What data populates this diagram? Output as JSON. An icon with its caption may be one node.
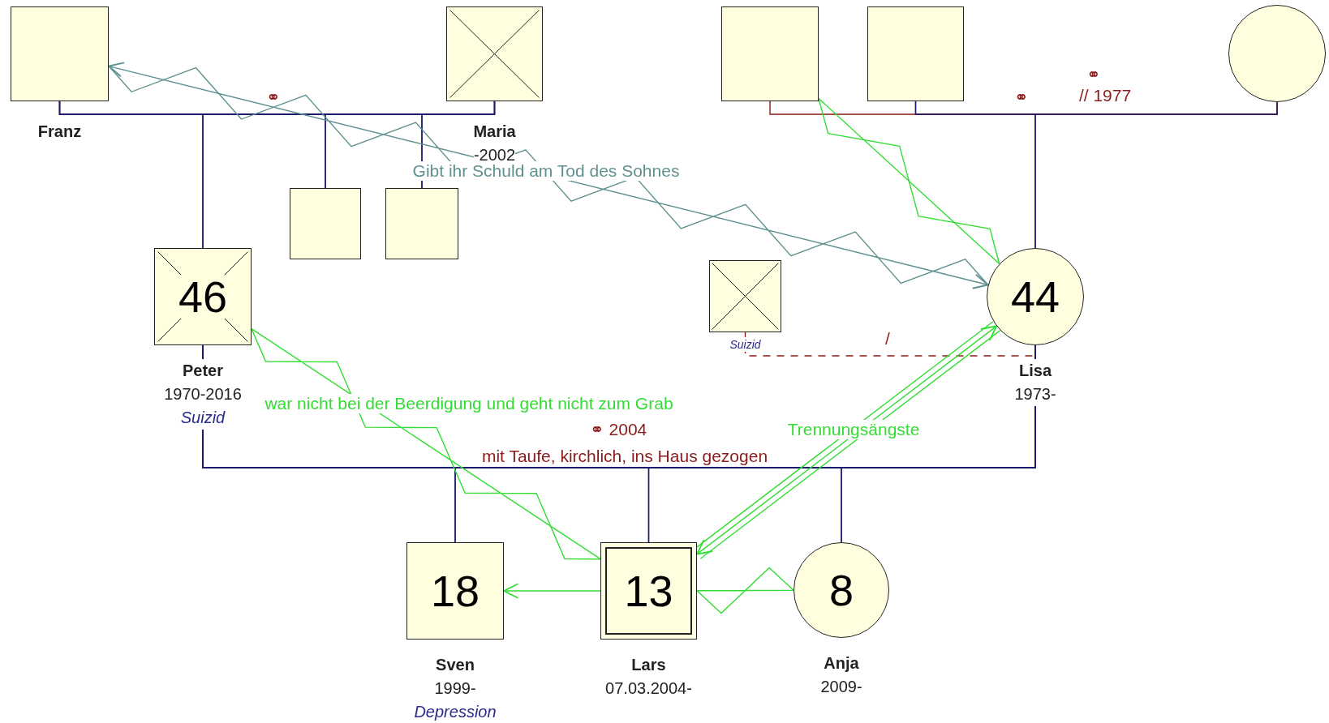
{
  "diagram": {
    "nodes": [
      {
        "text": [],
        "shape": "box",
        "beside": [
          "Franz"
        ]
      },
      {
        "text": [],
        "shape": "box",
        "beside": [
          "Maria",
          "-2002"
        ]
      },
      {
        "text": [],
        "shape": "box"
      },
      {
        "text": [],
        "shape": "box"
      },
      {
        "text": [],
        "shape": "circle"
      },
      {
        "text": [],
        "shape": "box"
      },
      {
        "text": [],
        "shape": "box"
      },
      {
        "text": [
          "46"
        ],
        "beside": [
          "Peter",
          "1970-2016",
          "Suizid"
        ]
      },
      {
        "text": [],
        "shape": "box",
        "beside": [
          "Suizid"
        ]
      },
      {
        "text": [
          "44"
        ],
        "beside": [
          "Lisa",
          "1973-"
        ]
      },
      {
        "text": [
          "18"
        ],
        "beside": [
          "Sven",
          "1999-",
          "Depression"
        ]
      },
      {
        "text": [
          "13"
        ],
        "beside": [
          "Lars",
          "07.03.2004-"
        ]
      },
      {
        "text": [
          "8"
        ],
        "beside": [
          "Anja",
          "2009-"
        ]
      }
    ],
    "edges": [
      {
        "from": 0,
        "to": 1,
        "arrow": "none",
        "color": "#8b1a1a"
      },
      {
        "from": 2,
        "to": 4,
        "arrow": "none",
        "color": "#8b1a1a"
      },
      {
        "from": 3,
        "to": 4,
        "arrow": "none",
        "color": "#8b1a1a"
      },
      {
        "from": 7,
        "to": 9,
        "arrow": "none",
        "color": "#8b1a1a"
      },
      {
        "from": 8,
        "to": 9,
        "arrow": "none",
        "style": "dashed",
        "color": "#8b1a1a"
      },
      {
        "from": 0,
        "to": 7,
        "arrow": "none"
      },
      {
        "from": 1,
        "to": 7,
        "arrow": "none"
      },
      {
        "from": 0,
        "to": 5,
        "arrow": "none"
      },
      {
        "from": 1,
        "to": 5,
        "arrow": "none"
      },
      {
        "from": 0,
        "to": 6,
        "arrow": "none"
      },
      {
        "from": 1,
        "to": 6,
        "arrow": "none"
      },
      {
        "from": 3,
        "to": 9,
        "arrow": "none"
      },
      {
        "from": 4,
        "to": 9,
        "arrow": "none"
      },
      {
        "from": 7,
        "to": 10,
        "arrow": "none"
      },
      {
        "from": 9,
        "to": 10,
        "arrow": "none"
      },
      {
        "from": 7,
        "to": 11,
        "arrow": "none"
      },
      {
        "from": 9,
        "to": 11,
        "arrow": "none"
      },
      {
        "from": 7,
        "to": 12,
        "arrow": "none"
      },
      {
        "from": 9,
        "to": 12,
        "arrow": "none"
      },
      {
        "from": 0,
        "to": 9,
        "arrow": "both",
        "color": "#5f9191",
        "label": "Gibt ihr Schuld am Tod des Sohnes"
      },
      {
        "from": 2,
        "to": 9,
        "arrow": "none",
        "color": "#33dd33"
      },
      {
        "from": 7,
        "to": 11,
        "arrow": "none",
        "color": "#33dd33",
        "label": "war nicht bei der Beerdigung und geht nicht zum Grab"
      },
      {
        "from": 9,
        "to": 11,
        "arrow": "both",
        "color": "#33dd33",
        "label": "Trennungsängste"
      },
      {
        "from": 11,
        "to": 10,
        "arrow": "to",
        "color": "#33dd33"
      },
      {
        "from": 11,
        "to": 12,
        "arrow": "none",
        "color": "#33dd33"
      }
    ],
    "labels": [
      "⚭",
      "⚭",
      "⚭",
      "// 1977",
      "⚭ 2004",
      "mit Taufe, kirchlich, ins Haus gezogen",
      "/"
    ]
  }
}
